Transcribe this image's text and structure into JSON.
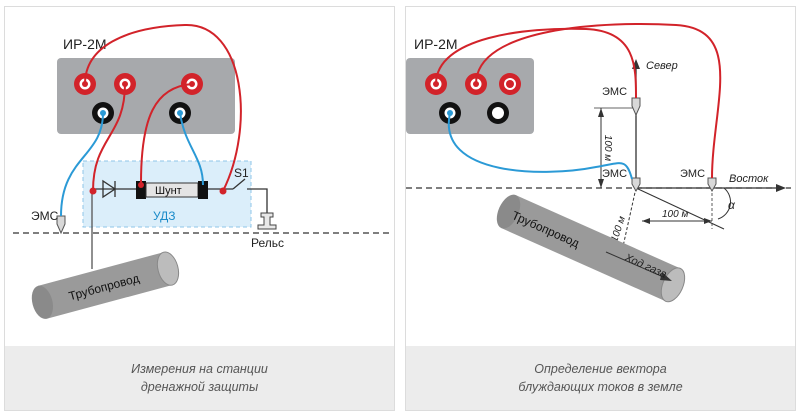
{
  "left": {
    "device_label": "ИР-2М",
    "shunt_label": "Шунт",
    "switch_label": "S1",
    "udz_label": "УДЗ",
    "ems_label": "ЭМС",
    "rail_label": "Рельс",
    "pipeline_label": "Трубопровод",
    "caption_lines": [
      "Измерения на станции",
      "дренажной защиты"
    ]
  },
  "right": {
    "device_label": "ИР-2М",
    "north_label": "Север",
    "east_label": "Восток",
    "ems_north_label": "ЭМС",
    "ems_center_label": "ЭМС",
    "ems_east_label": "ЭМС",
    "dist_vertical_label": "100 м",
    "dist_horizontal_label": "100 м",
    "dist_diagonal_label": "100 м",
    "angle_label": "α",
    "gas_flow_label": "Ход газа",
    "pipeline_label": "Трубопровод",
    "caption_lines": [
      "Определение вектора",
      "блуждающих токов в земле"
    ]
  },
  "colors": {
    "red_wire": "#d2232a",
    "blue_wire": "#2b9ad6",
    "device_body": "#a7a9ac",
    "pipe": "#9a9a9a",
    "udz_fill": "#dbeefa",
    "udz_text": "#1a8bc9"
  }
}
